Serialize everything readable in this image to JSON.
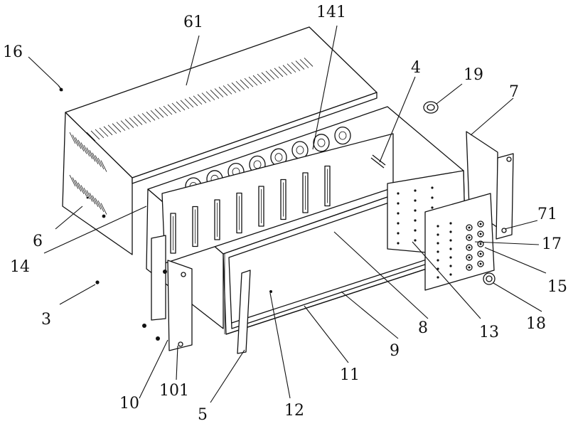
{
  "labels": {
    "l16": "16",
    "l61": "61",
    "l141": "141",
    "l4": "4",
    "l19": "19",
    "l7": "7",
    "l71": "71",
    "l17": "17",
    "l15": "15",
    "l18": "18",
    "l13": "13",
    "l8": "8",
    "l9": "9",
    "l11": "11",
    "l12": "12",
    "l5": "5",
    "l101": "101",
    "l10": "10",
    "l3": "3",
    "l14": "14",
    "l6": "6"
  }
}
